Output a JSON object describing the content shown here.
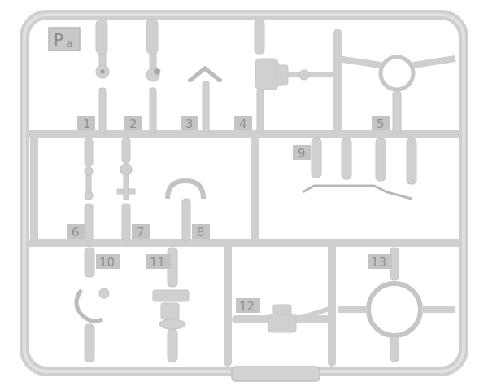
{
  "frame": {
    "code_main": "P",
    "code_sub": "a",
    "base_color": "#d4d4d4",
    "shade_color": "#bdbdbd",
    "label_color": "#8e8e8e"
  },
  "parts": [
    {
      "number": "1"
    },
    {
      "number": "2"
    },
    {
      "number": "3"
    },
    {
      "number": "4"
    },
    {
      "number": "5"
    },
    {
      "number": "6"
    },
    {
      "number": "7"
    },
    {
      "number": "8"
    },
    {
      "number": "9"
    },
    {
      "number": "10"
    },
    {
      "number": "11"
    },
    {
      "number": "12"
    },
    {
      "number": "13"
    }
  ]
}
